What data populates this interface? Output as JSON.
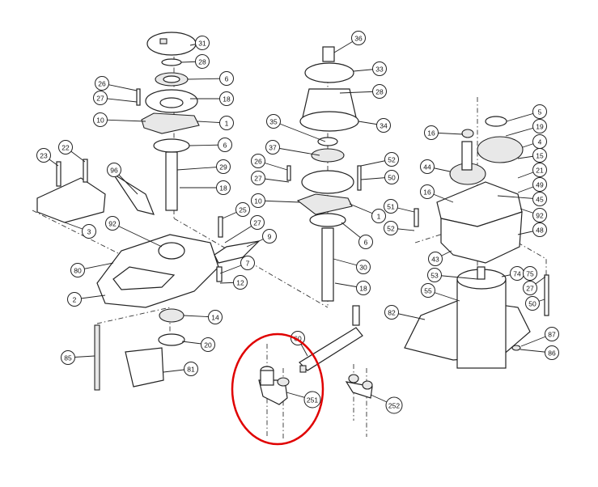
{
  "diagram": {
    "highlight_color": "#e00000",
    "highlighted_part": "251",
    "callouts": [
      "31",
      "28",
      "6",
      "26",
      "18",
      "27",
      "10",
      "1",
      "6",
      "23",
      "22",
      "96",
      "29",
      "18",
      "3",
      "92",
      "25",
      "27",
      "9",
      "80",
      "7",
      "12",
      "2",
      "14",
      "20",
      "85",
      "81",
      "36",
      "33",
      "28",
      "35",
      "34",
      "37",
      "52",
      "26",
      "27",
      "50",
      "10",
      "1",
      "51",
      "52",
      "6",
      "30",
      "18",
      "16",
      "5",
      "19",
      "4",
      "15",
      "44",
      "21",
      "49",
      "16",
      "45",
      "92",
      "48",
      "43",
      "53",
      "74",
      "75",
      "27",
      "55",
      "50",
      "82",
      "87",
      "86",
      "60",
      "251",
      "252"
    ]
  }
}
